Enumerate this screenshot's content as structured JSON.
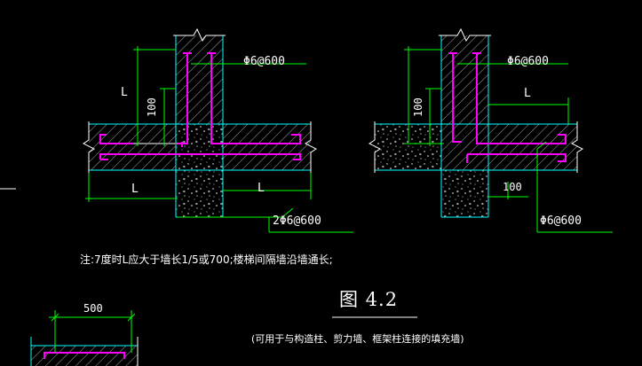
{
  "left_detail": {
    "rebar_label": "Φ6@600",
    "dim_L_vertical": "L",
    "dim_100_vertical": "100",
    "dim_L_horizontal": "L",
    "dim_L_horizontal_right": "L",
    "bottom_rebar_label": "2Φ6@600"
  },
  "right_detail": {
    "rebar_label": "Φ6@600",
    "dim_L_horizontal": "L",
    "dim_100_vertical": "100",
    "dim_100_horizontal": "100",
    "bottom_rebar_label": "Φ6@600"
  },
  "note": "注:7度时L应大于墙长1/5或700;楼梯间隔墙沿墙通长;",
  "figure_title": "图 4.2",
  "figure_subtitle": "(可用于与构造柱、剪力墙、框架柱连接的填充墙)",
  "bottom_detail": {
    "dim_500": "500"
  },
  "colors": {
    "background": "#000000",
    "outline": "#00ffff",
    "hatch": "#ffffff",
    "rebar": "#ff00ff",
    "dimension": "#00ff00",
    "text": "#ffffff"
  }
}
